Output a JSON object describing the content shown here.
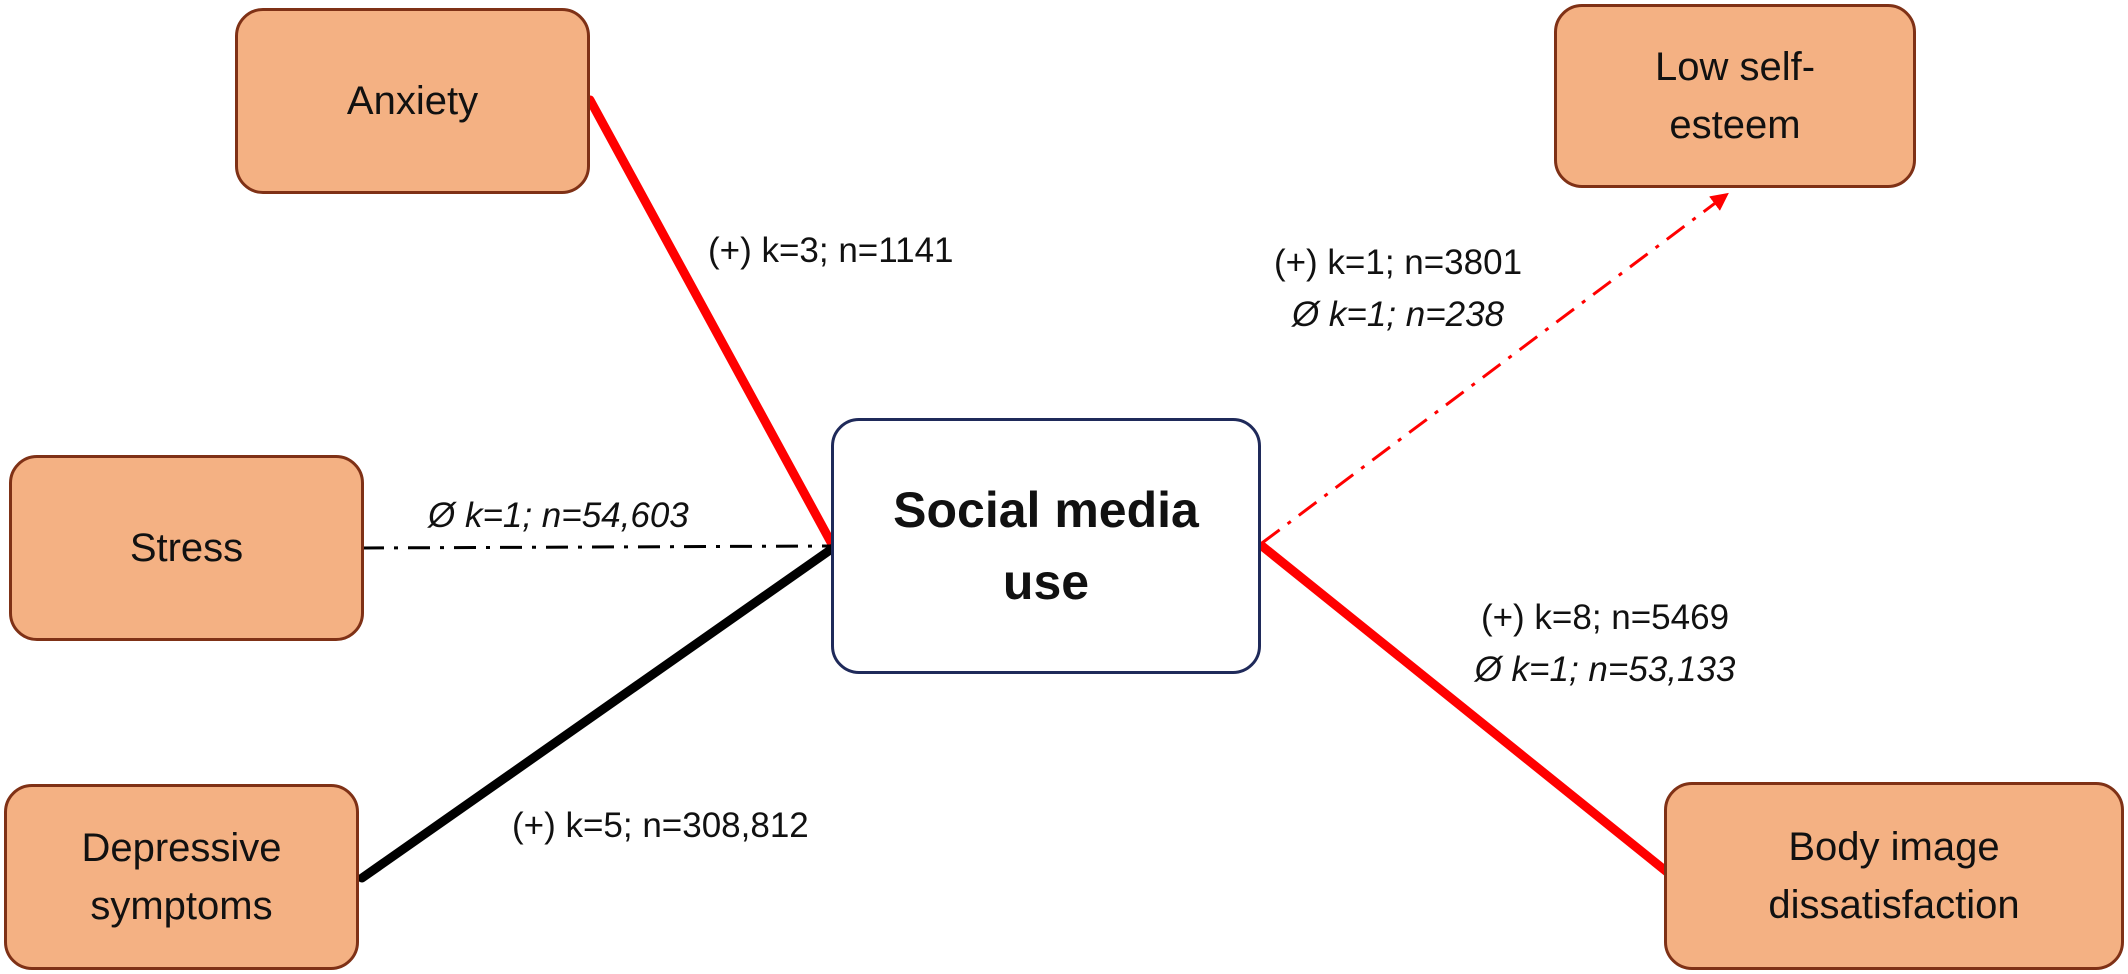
{
  "center_node": {
    "label": "Social media\nuse"
  },
  "outcomes": {
    "anxiety": {
      "label": "Anxiety"
    },
    "stress": {
      "label": "Stress"
    },
    "depressive_symptoms": {
      "label": "Depressive\nsymptoms"
    },
    "low_self_esteem": {
      "label": "Low self-\nesteem"
    },
    "body_image_dissatisfaction": {
      "label": "Body image\ndissatisfaction"
    }
  },
  "links": {
    "anxiety": {
      "positive": "(+) k=3; n=1141",
      "style": "solid",
      "color": "#ff0000"
    },
    "stress": {
      "null": "Ø k=1; n=54,603",
      "style": "dash-dot",
      "color": "#000000"
    },
    "depressive_symptoms": {
      "positive": "(+) k=5; n=308,812",
      "style": "solid",
      "color": "#000000"
    },
    "low_self_esteem": {
      "positive": "(+) k=1; n=3801",
      "null": "Ø k=1; n=238",
      "style": "dash-dot-arrow",
      "color": "#ff0000"
    },
    "body_image_dissatisfaction": {
      "positive": "(+) k=8; n=5469",
      "null": "Ø k=1; n=53,133",
      "style": "solid",
      "color": "#ff0000"
    }
  }
}
